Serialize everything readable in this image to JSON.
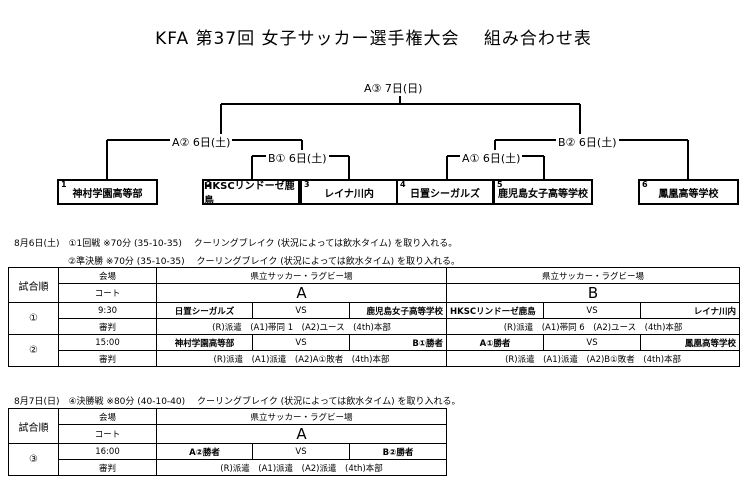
{
  "title": "KFA 第37回 女子サッカー選手権大会　 組み合わせ表",
  "bracket": {
    "final": "A③ 7日(日)",
    "semi_a": "A② 6日(土)",
    "semi_b": "B② 6日(土)",
    "qf_b1": "B① 6日(土)",
    "qf_a1": "A① 6日(土)",
    "teams": [
      {
        "num": "1",
        "name": "神村学園高等部"
      },
      {
        "num": "2",
        "name": "HKSCリンドーゼ鹿島"
      },
      {
        "num": "3",
        "name": "レイナ川内"
      },
      {
        "num": "4",
        "name": "日置シーガルズ"
      },
      {
        "num": "5",
        "name": "鹿児島女子高等学校"
      },
      {
        "num": "6",
        "name": "鳳凰高等学校"
      }
    ]
  },
  "day1": {
    "note1": "8月6日(土)　①1回戦 ※70分 (35-10-35)　 クーリングブレイク (状況によっては飲水タイム) を取り入れる。",
    "note2": "②準決勝 ※70分 (35-10-35)　 クーリングブレイク (状況によっては飲水タイム) を取り入れる。",
    "header": {
      "order": "試合順",
      "venue_label": "会場",
      "court_label": "コート",
      "venue_a": "県立サッカー・ラグビー場",
      "venue_b": "県立サッカー・ラグビー場",
      "court_a": "A",
      "court_b": "B"
    },
    "matches": [
      {
        "order": "①",
        "time": "9:30",
        "referee_label": "審判",
        "a_home": "日置シーガルズ",
        "a_vs": "VS",
        "a_away": "鹿児島女子高等学校",
        "b_home": "HKSCリンドーゼ鹿島",
        "b_vs": "VS",
        "b_away": "レイナ川内",
        "a_ref": "(R)派遣　(A1)帯同 1　(A2)ユース　(4th)本部",
        "b_ref": "(R)派遣　(A1)帯同 6　(A2)ユース　(4th)本部"
      },
      {
        "order": "②",
        "time": "15:00",
        "referee_label": "審判",
        "a_home": "神村学園高等部",
        "a_vs": "VS",
        "a_away": "B①勝者",
        "b_home": "A①勝者",
        "b_vs": "VS",
        "b_away": "鳳凰高等学校",
        "a_ref": "(R)派遣　(A1)派遣　(A2)A①敗者　(4th)本部",
        "b_ref": "(R)派遣　(A1)派遣　(A2)B①敗者　(4th)本部"
      }
    ]
  },
  "day2": {
    "note": "8月7日(日)　④決勝戦 ※80分 (40-10-40)　 クーリングブレイク (状況によっては飲水タイム) を取り入れる。",
    "header": {
      "order": "試合順",
      "venue_label": "会場",
      "court_label": "コート",
      "venue_a": "県立サッカー・ラグビー場",
      "court_a": "A"
    },
    "match": {
      "order": "③",
      "time": "16:00",
      "referee_label": "審判",
      "home": "A②勝者",
      "vs": "VS",
      "away": "B②勝者",
      "ref": "(R)派遣　(A1)派遣　(A2)派遣　(4th)本部"
    }
  }
}
